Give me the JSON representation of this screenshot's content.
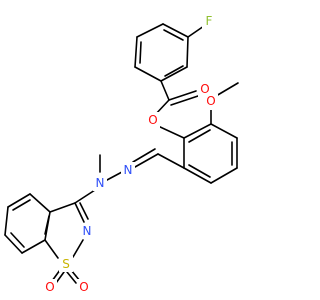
{
  "colors": {
    "carbon": "#000000",
    "oxygen": "#ff0d0d",
    "nitrogen": "#3050f8",
    "sulfur": "#c8b400",
    "fluorine": "#90c030",
    "background": "#ffffff"
  },
  "atoms": {
    "F": {
      "symbol": "F",
      "element": "fluorine"
    },
    "O_carbonyl": {
      "symbol": "O",
      "element": "oxygen"
    },
    "O_ester": {
      "symbol": "O",
      "element": "oxygen"
    },
    "O_methoxy": {
      "symbol": "O",
      "element": "oxygen"
    },
    "N_hydrazone": {
      "symbol": "N",
      "element": "nitrogen"
    },
    "N_methyl": {
      "symbol": "N",
      "element": "nitrogen"
    },
    "N_ring": {
      "symbol": "N",
      "element": "nitrogen"
    },
    "S": {
      "symbol": "S",
      "element": "sulfur"
    },
    "O_sulfonyl_1": {
      "symbol": "O",
      "element": "oxygen"
    },
    "O_sulfonyl_2": {
      "symbol": "O",
      "element": "oxygen"
    }
  }
}
